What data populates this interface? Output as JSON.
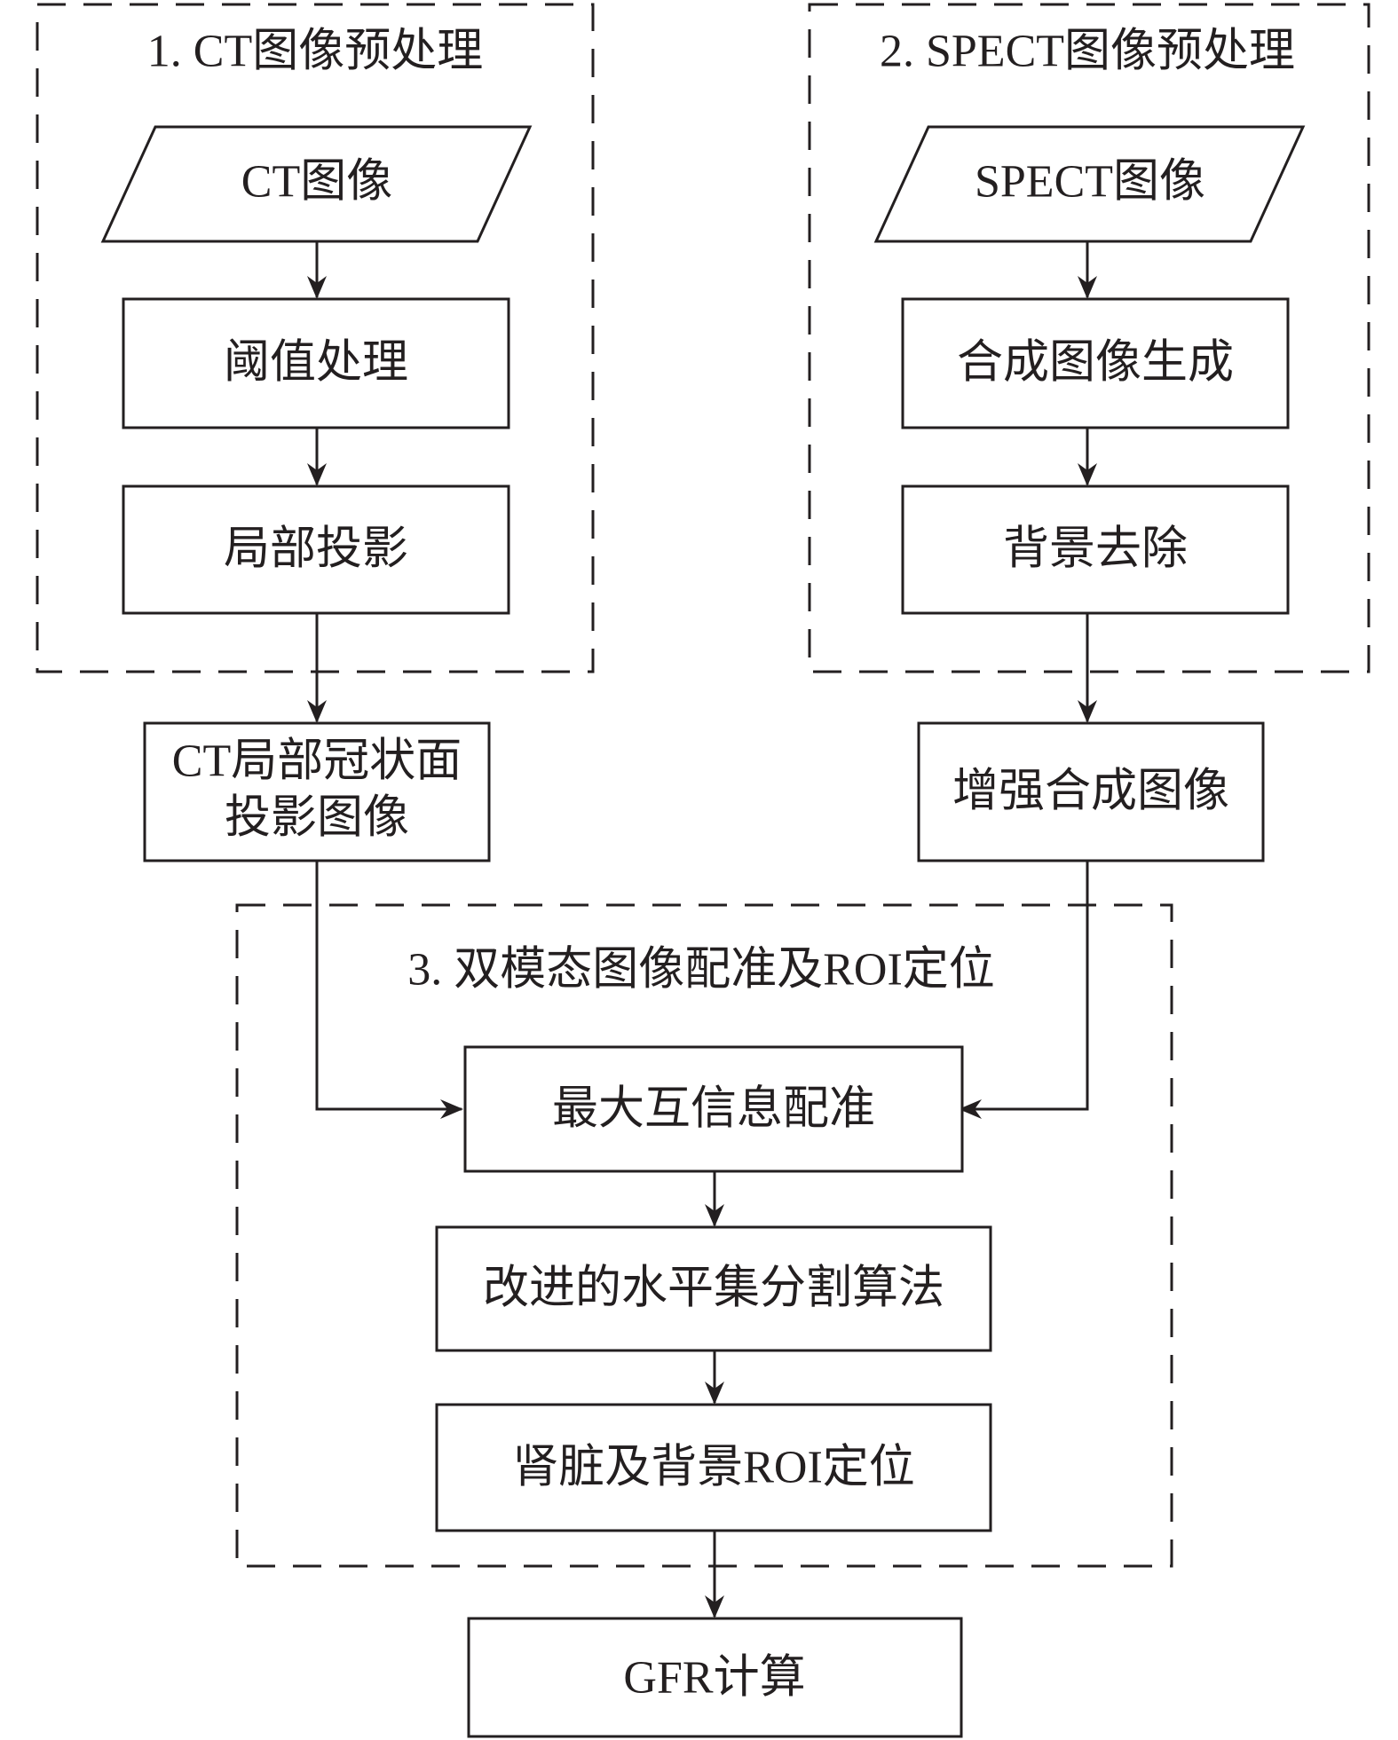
{
  "colors": {
    "stroke": "#231f20",
    "background": "#ffffff"
  },
  "groups": {
    "ct_preprocess": {
      "title": "1. CT图像预处理"
    },
    "spect_preprocess": {
      "title": "2. SPECT图像预处理"
    },
    "registration": {
      "title": "3. 双模态图像配准及ROI定位"
    }
  },
  "nodes": {
    "ct_image": {
      "label": "CT图像",
      "shape": "parallelogram"
    },
    "threshold": {
      "label": "阈值处理",
      "shape": "rectangle"
    },
    "local_projection": {
      "label": "局部投影",
      "shape": "rectangle"
    },
    "ct_coronal_projection": {
      "label_line1": "CT局部冠状面",
      "label_line2": "投影图像",
      "shape": "rectangle"
    },
    "spect_image": {
      "label": "SPECT图像",
      "shape": "parallelogram"
    },
    "composite_generation": {
      "label": "合成图像生成",
      "shape": "rectangle"
    },
    "background_removal": {
      "label": "背景去除",
      "shape": "rectangle"
    },
    "enhanced_composite": {
      "label": "增强合成图像",
      "shape": "rectangle"
    },
    "mutual_info_registration": {
      "label": "最大互信息配准",
      "shape": "rectangle"
    },
    "level_set_segmentation": {
      "label": "改进的水平集分割算法",
      "shape": "rectangle"
    },
    "roi_localization": {
      "label": "肾脏及背景ROI定位",
      "shape": "rectangle"
    },
    "gfr_calculation": {
      "label": "GFR计算",
      "shape": "rectangle"
    }
  },
  "edges": [
    {
      "from": "CT图像",
      "to": "阈值处理"
    },
    {
      "from": "阈值处理",
      "to": "局部投影"
    },
    {
      "from": "局部投影",
      "to": "CT局部冠状面投影图像"
    },
    {
      "from": "CT局部冠状面投影图像",
      "to": "最大互信息配准"
    },
    {
      "from": "SPECT图像",
      "to": "合成图像生成"
    },
    {
      "from": "合成图像生成",
      "to": "背景去除"
    },
    {
      "from": "背景去除",
      "to": "增强合成图像"
    },
    {
      "from": "增强合成图像",
      "to": "最大互信息配准"
    },
    {
      "from": "最大互信息配准",
      "to": "改进的水平集分割算法"
    },
    {
      "from": "改进的水平集分割算法",
      "to": "肾脏及背景ROI定位"
    },
    {
      "from": "肾脏及背景ROI定位",
      "to": "GFR计算"
    }
  ]
}
